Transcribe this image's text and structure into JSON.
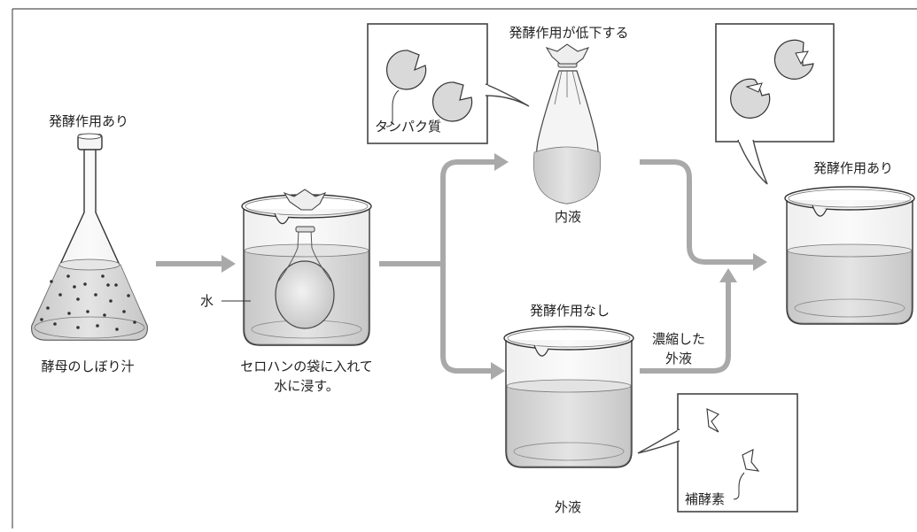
{
  "flask": {
    "caption_top": "発酵作用あり",
    "caption_bottom": "酵母のしぼり汁"
  },
  "beaker_bag": {
    "water_label": "水",
    "caption_line1": "セロハンの袋に入れて",
    "caption_line2": "水に浸す。"
  },
  "inner_bag": {
    "caption_top": "発酵作用が低下する",
    "caption_bottom": "内液",
    "zoom_label": "タンパク質"
  },
  "outer_beaker": {
    "caption_top": "発酵作用なし",
    "caption_bottom": "外液",
    "zoom_label": "補酵素",
    "arrow_label_line1": "濃縮した",
    "arrow_label_line2": "外液"
  },
  "result_beaker": {
    "caption_top": "発酵作用あり"
  },
  "colors": {
    "arrow": "#a9a9a9",
    "liquid": "#d9d9d9",
    "outline": "#333333",
    "frame": "#555555"
  }
}
